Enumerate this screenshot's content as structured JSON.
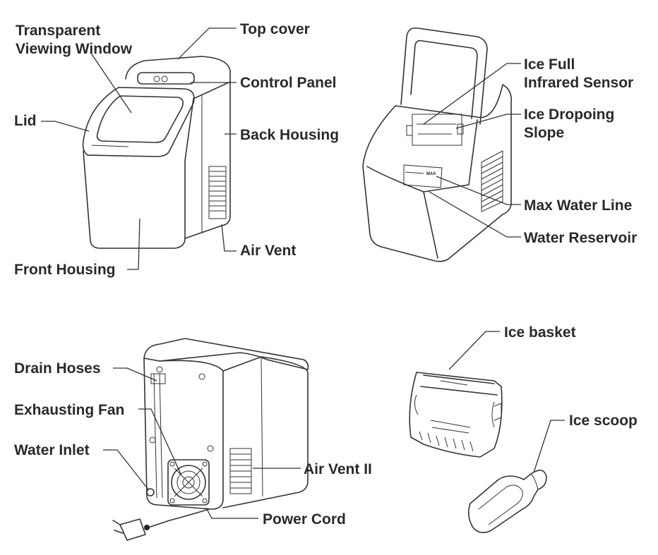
{
  "labels": {
    "transparent_viewing_window_1": "Transparent",
    "transparent_viewing_window_2": "Viewing Window",
    "top_cover": "Top cover",
    "control_panel": "Control Panel",
    "lid": "Lid",
    "back_housing": "Back Housing",
    "air_vent": "Air Vent",
    "front_housing": "Front Housing",
    "ice_full_sensor_1": "Ice Full",
    "ice_full_sensor_2": "Infrared Sensor",
    "ice_dropping_slope_1": "Ice Dropoing",
    "ice_dropping_slope_2": "Slope",
    "max_water_line": "Max Water Line",
    "water_reservoir": "Water Reservoir",
    "drain_hoses": "Drain Hoses",
    "exhausting_fan": "Exhausting Fan",
    "water_inlet": "Water Inlet",
    "air_vent_2": "Air Vent II",
    "power_cord": "Power Cord",
    "ice_basket": "Ice basket",
    "ice_scoop": "Ice scoop",
    "max_mark": "MAX"
  }
}
